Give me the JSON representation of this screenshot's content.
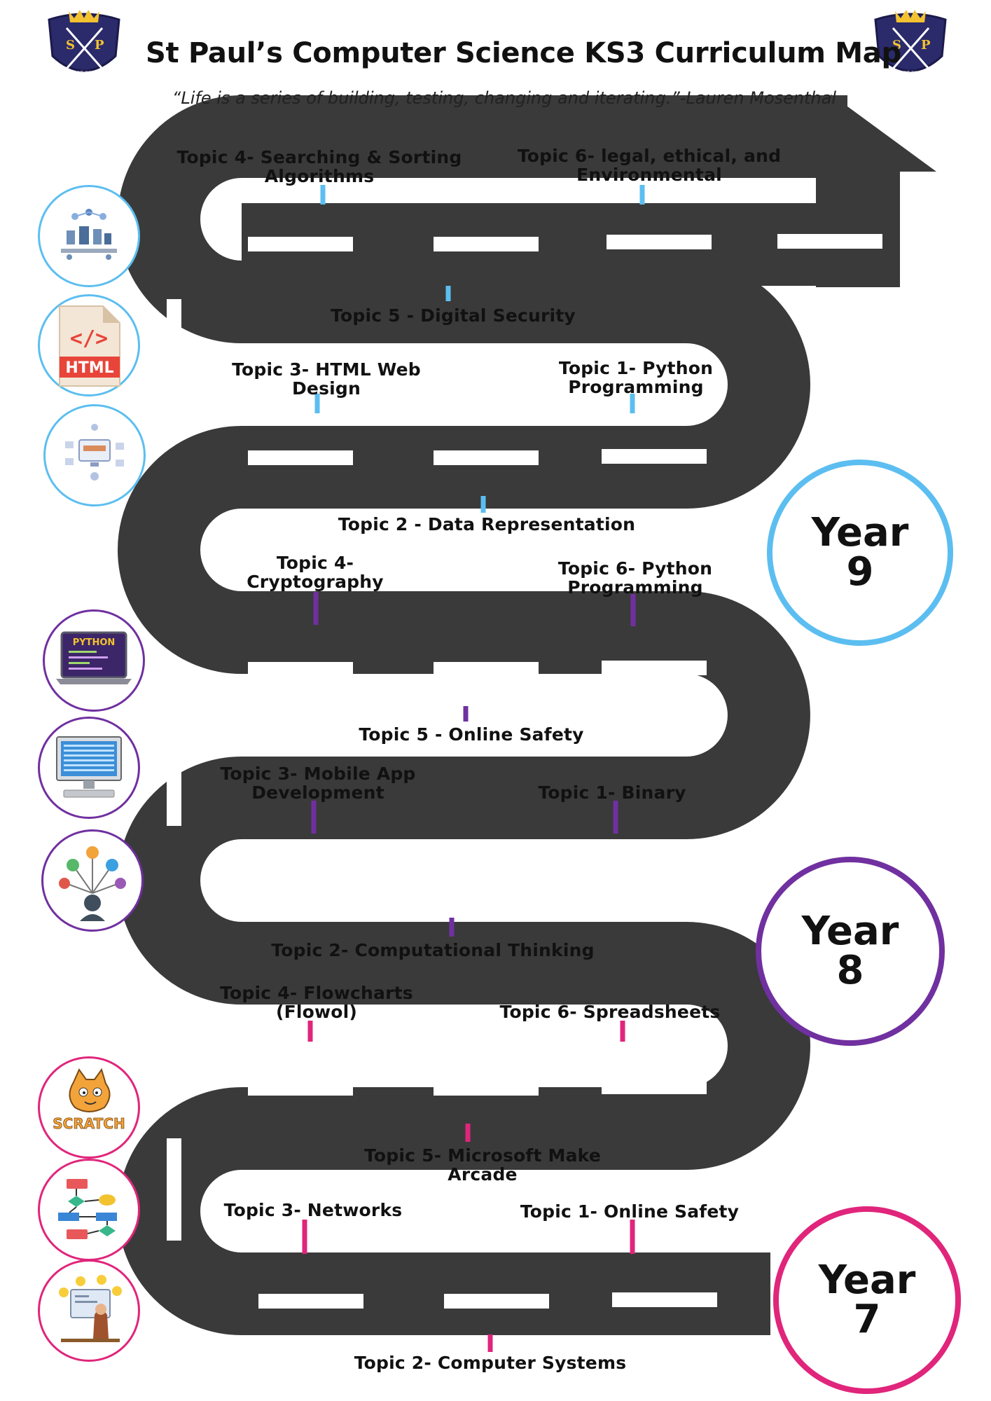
{
  "header": {
    "title": "St Paul’s Computer Science KS3 Curriculum Map",
    "quote": "“Life is a series of building, testing, changing and iterating.”-Lauren Mosenthal",
    "crest_letters": [
      "S",
      "P"
    ],
    "crest_motto": "CRESCIT CIRCULA"
  },
  "years": [
    {
      "label": "Year",
      "number": "9",
      "color": "#5cbef0"
    },
    {
      "label": "Year",
      "number": "8",
      "color": "#7030a0"
    },
    {
      "label": "Year",
      "number": "7",
      "color": "#e0257b"
    }
  ],
  "topics": {
    "y9_t4": "Topic 4- Searching & Sorting",
    "y9_t4b": "Algorithms",
    "y9_t6": "Topic 6- legal, ethical, and",
    "y9_t6b": "Environmental",
    "y9_t5": "Topic 5 - Digital Security",
    "y9_t3": "Topic 3- HTML Web",
    "y9_t3b": "Design",
    "y9_t1": "Topic 1- Python",
    "y9_t1b": "Programming",
    "y9_t2": "Topic 2 - Data Representation",
    "y8_t4": "Topic 4-",
    "y8_t4b": "Cryptography",
    "y8_t6": "Topic 6- Python",
    "y8_t6b": "Programming",
    "y8_t5": "Topic 5 - Online Safety",
    "y8_t3": "Topic 3- Mobile App",
    "y8_t3b": "Development",
    "y8_t1": "Topic 1- Binary",
    "y8_t2": "Topic 2- Computational Thinking",
    "y7_t4": "Topic 4- Flowcharts",
    "y7_t4b": "(Flowol)",
    "y7_t6": "Topic 6- Spreadsheets",
    "y7_t5": "Topic 5- Microsoft Make",
    "y7_t5b": "Arcade",
    "y7_t3": "Topic 3- Networks",
    "y7_t1": "Topic 1- Online Safety",
    "y7_t2": "Topic 2- Computer Systems"
  },
  "icons": {
    "html_text": "HTML",
    "html_tag": "</>",
    "python_text": "PYTHON",
    "scratch_text": "SCRATCH",
    "list": [
      "network-diagram-icon",
      "html-file-icon",
      "cyber-security-icon",
      "python-laptop-icon",
      "binary-computer-icon",
      "mind-map-icon",
      "scratch-cat-icon",
      "flowchart-icon",
      "online-safety-icon"
    ]
  },
  "colors": {
    "road": "#3a3a3a",
    "year9": "#5cbef0",
    "year8": "#7030a0",
    "year7": "#e0257b",
    "crest": "#2b2a6b"
  }
}
